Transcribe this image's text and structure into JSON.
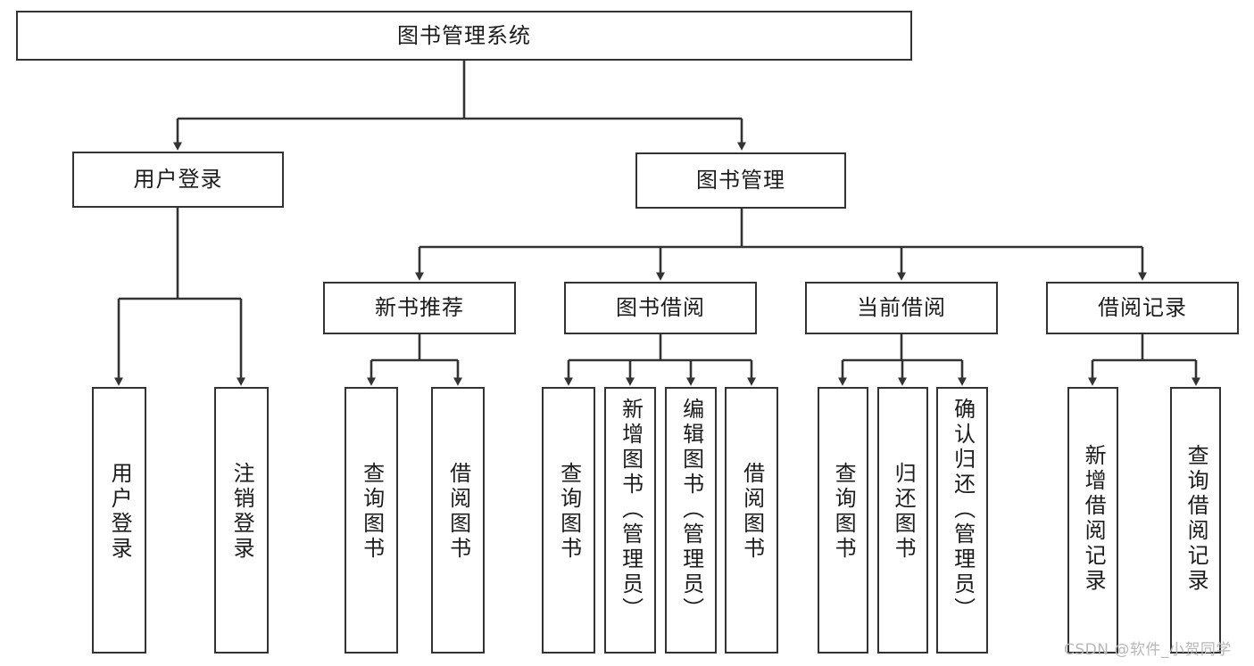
{
  "diagram": {
    "type": "tree-hierarchy-chart",
    "root": {
      "id": "root",
      "label": "图书管理系统"
    },
    "level2": [
      {
        "id": "user-login",
        "label": "用户登录"
      },
      {
        "id": "book-manage",
        "label": "图书管理"
      }
    ],
    "level3": [
      {
        "id": "new-book-recommend",
        "label": "新书推荐"
      },
      {
        "id": "book-borrow",
        "label": "图书借阅"
      },
      {
        "id": "current-borrow",
        "label": "当前借阅"
      },
      {
        "id": "borrow-record",
        "label": "借阅记录"
      }
    ],
    "leaves": {
      "user_login": [
        {
          "id": "leaf-user-login",
          "label": "用户登录"
        },
        {
          "id": "leaf-logout-login",
          "label": "注销登录"
        }
      ],
      "new_book_recommend": [
        {
          "id": "leaf-query-book-1",
          "label": "查询图书"
        },
        {
          "id": "leaf-borrow-book-1",
          "label": "借阅图书"
        }
      ],
      "book_borrow": [
        {
          "id": "leaf-query-book-2",
          "label": "查询图书"
        },
        {
          "id": "leaf-add-book",
          "label": "新增图书（管理员）"
        },
        {
          "id": "leaf-edit-book",
          "label": "编辑图书（管理员）"
        },
        {
          "id": "leaf-borrow-book-2",
          "label": "借阅图书"
        }
      ],
      "current_borrow": [
        {
          "id": "leaf-query-book-3",
          "label": "查询图书"
        },
        {
          "id": "leaf-return-book",
          "label": "归还图书"
        },
        {
          "id": "leaf-confirm-return",
          "label": "确认归还（管理员）"
        }
      ],
      "borrow_record": [
        {
          "id": "leaf-add-record",
          "label": "新增借阅记录"
        },
        {
          "id": "leaf-query-record",
          "label": "查询借阅记录"
        }
      ]
    },
    "colors": {
      "border": "#333333",
      "background": "#ffffff",
      "text": "#1c1c1c",
      "connector": "#333333",
      "watermark": "#b8b8b8"
    }
  },
  "watermark": {
    "text": "CSDN @软件_小贺同学"
  }
}
